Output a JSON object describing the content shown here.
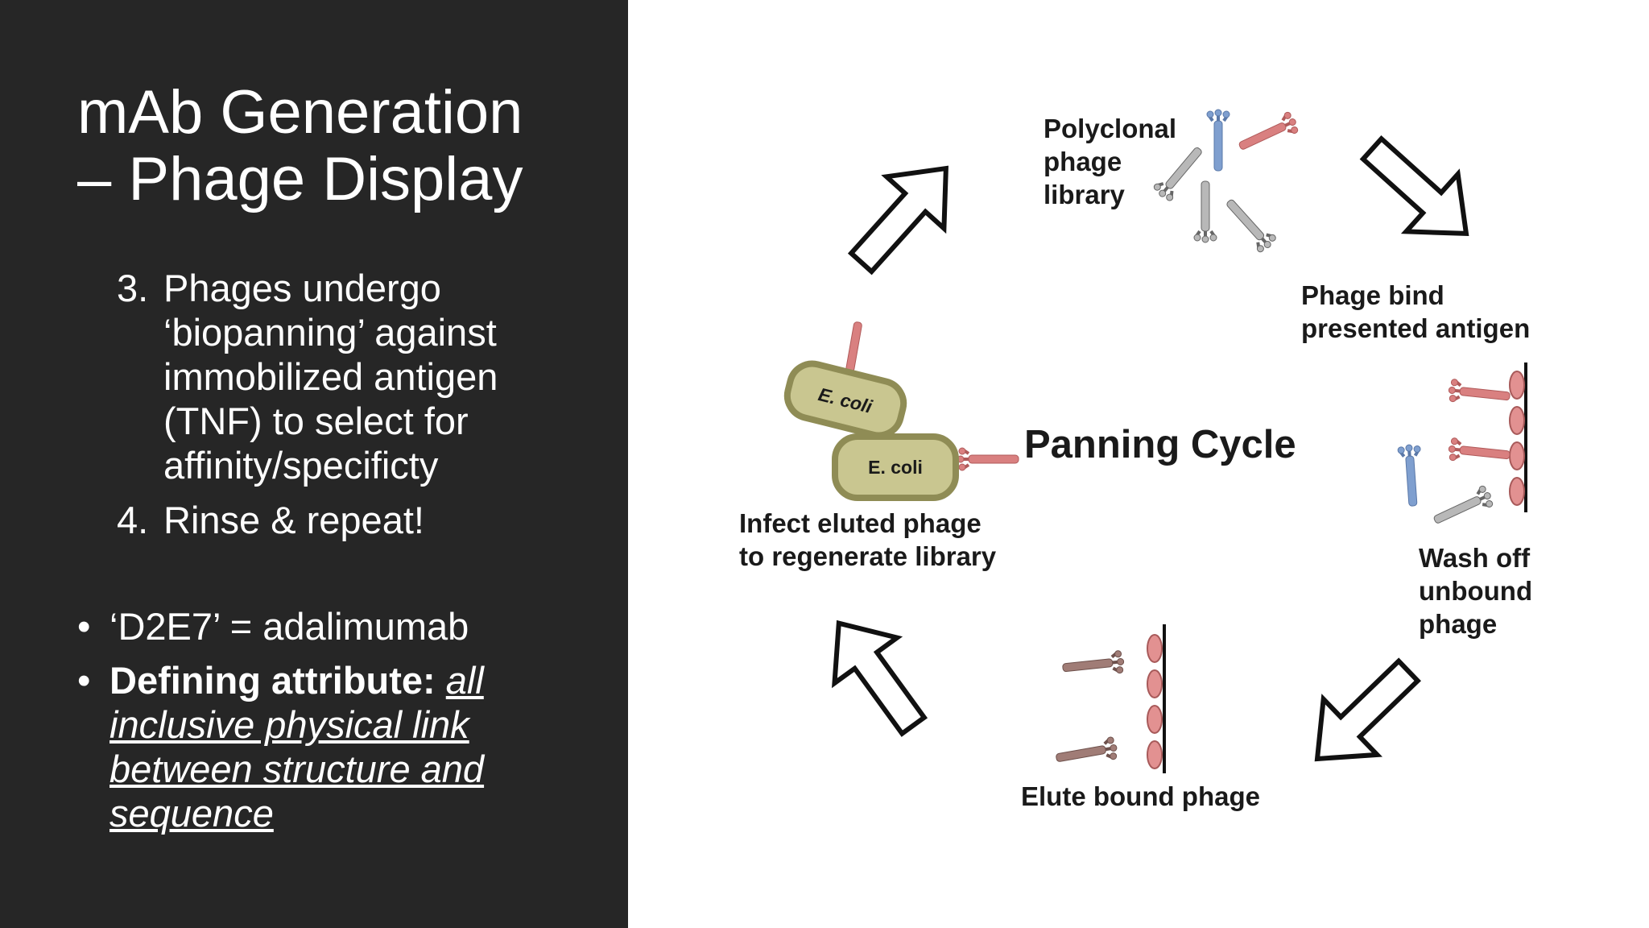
{
  "title": {
    "line1": "mAb Generation",
    "line2": "– Phage Display"
  },
  "steps": [
    {
      "num": "3.",
      "text": "Phages undergo ‘biopanning’ against immobilized antigen (TNF) to select for affinity/specificty"
    },
    {
      "num": "4.",
      "text": "Rinse & repeat!"
    }
  ],
  "bullets": [
    {
      "text": "‘D2E7’ = adalimumab"
    },
    {
      "bold": "Defining attribute:",
      "underlined": "all inclusive physical link between structure and sequence"
    }
  ],
  "diagram": {
    "center_label": "Panning Cycle",
    "steps": {
      "library": [
        "Polyclonal",
        "phage",
        "library"
      ],
      "bind": [
        "Phage bind",
        "presented antigen"
      ],
      "wash": [
        "Wash off",
        "unbound",
        "phage"
      ],
      "elute": [
        "Elute bound phage"
      ],
      "infect": [
        "Infect eluted phage",
        "to regenerate library"
      ]
    },
    "bacteria": [
      "E. coli",
      "E. coli"
    ],
    "colors": {
      "phage_red": "#d98080",
      "phage_blue": "#7f9fcf",
      "phage_grey": "#b8b8b8",
      "antigen": "#e29191",
      "ecoli_fill": "#c9c690",
      "ecoli_stroke": "#8f8c55"
    }
  }
}
